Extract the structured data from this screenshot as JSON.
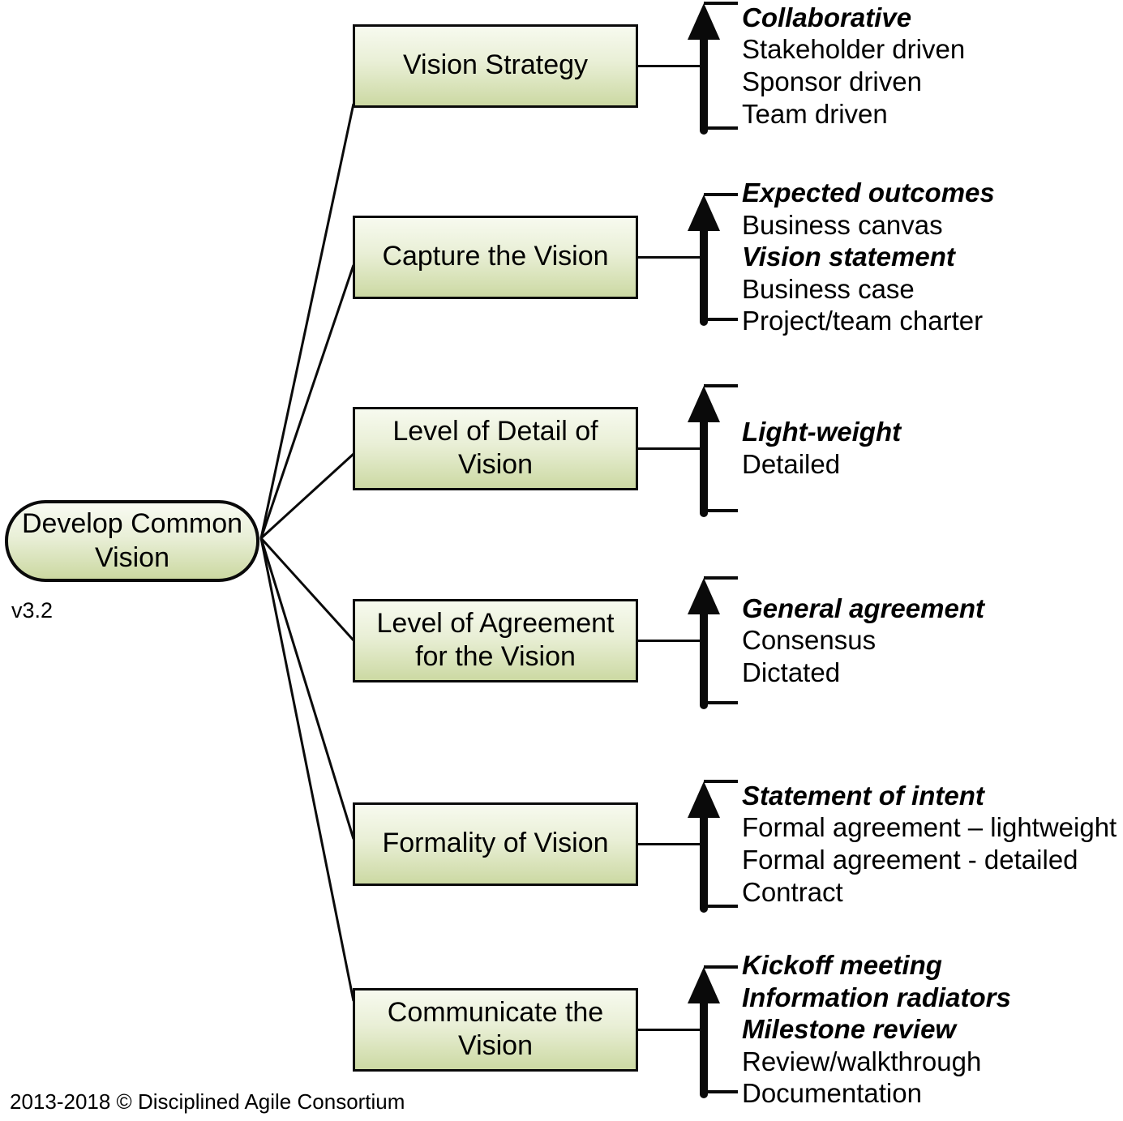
{
  "diagram": {
    "root_node": {
      "label": "Develop Common Vision"
    },
    "version": "v3.2",
    "copyright": "2013-2018 © Disciplined Agile Consortium",
    "decision_points": [
      {
        "label": "Vision Strategy",
        "options": [
          {
            "text": "Collaborative",
            "emphasized": true
          },
          {
            "text": "Stakeholder driven",
            "emphasized": false
          },
          {
            "text": "Sponsor driven",
            "emphasized": false
          },
          {
            "text": "Team driven",
            "emphasized": false
          }
        ]
      },
      {
        "label": "Capture the Vision",
        "options": [
          {
            "text": "Expected outcomes",
            "emphasized": true
          },
          {
            "text": "Business canvas",
            "emphasized": false
          },
          {
            "text": "Vision statement",
            "emphasized": true
          },
          {
            "text": "Business case",
            "emphasized": false
          },
          {
            "text": "Project/team charter",
            "emphasized": false
          }
        ]
      },
      {
        "label": "Level of Detail of Vision",
        "options": [
          {
            "text": "Light-weight",
            "emphasized": true
          },
          {
            "text": "Detailed",
            "emphasized": false
          }
        ]
      },
      {
        "label": "Level of Agreement for the Vision",
        "options": [
          {
            "text": "General agreement",
            "emphasized": true
          },
          {
            "text": "Consensus",
            "emphasized": false
          },
          {
            "text": "Dictated",
            "emphasized": false
          }
        ]
      },
      {
        "label": "Formality of Vision",
        "options": [
          {
            "text": "Statement of intent",
            "emphasized": true
          },
          {
            "text": "Formal agreement – lightweight",
            "emphasized": false
          },
          {
            "text": "Formal agreement - detailed",
            "emphasized": false
          },
          {
            "text": "Contract",
            "emphasized": false
          }
        ]
      },
      {
        "label": "Communicate the Vision",
        "options": [
          {
            "text": "Kickoff meeting",
            "emphasized": true
          },
          {
            "text": "Information radiators",
            "emphasized": true
          },
          {
            "text": "Milestone review",
            "emphasized": true
          },
          {
            "text": "Review/walkthrough",
            "emphasized": false
          },
          {
            "text": "Documentation",
            "emphasized": false
          }
        ]
      }
    ]
  },
  "colors": {
    "background": "#ffffff",
    "node_fill_top": "#f7faef",
    "node_fill_bottom": "#ccd9a3",
    "border": "#0a0a0a",
    "line": "#0a0a0a",
    "text": "#000000"
  }
}
